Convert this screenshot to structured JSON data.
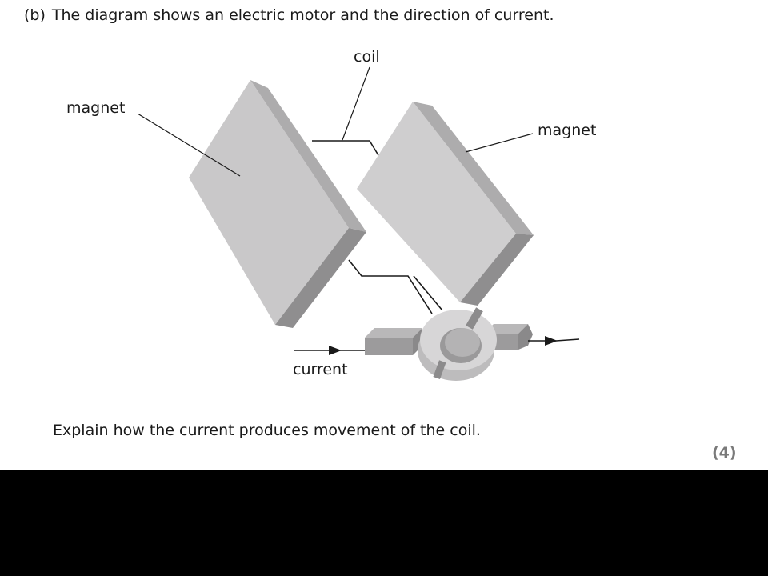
{
  "question": {
    "part": "(b)",
    "text": "The diagram shows an electric motor and the direction of current.",
    "prompt": "Explain how the current produces movement of the coil.",
    "marks": "(4)"
  },
  "diagram": {
    "labels": {
      "coil": "coil",
      "magnet_left": "magnet",
      "magnet_right": "magnet",
      "current": "current"
    },
    "colors": {
      "magnet_face": "#c9c8c9",
      "magnet_side": "#8f8e8f",
      "magnet_edge": "#a9a8a9",
      "line": "#1a1a1a"
    }
  }
}
